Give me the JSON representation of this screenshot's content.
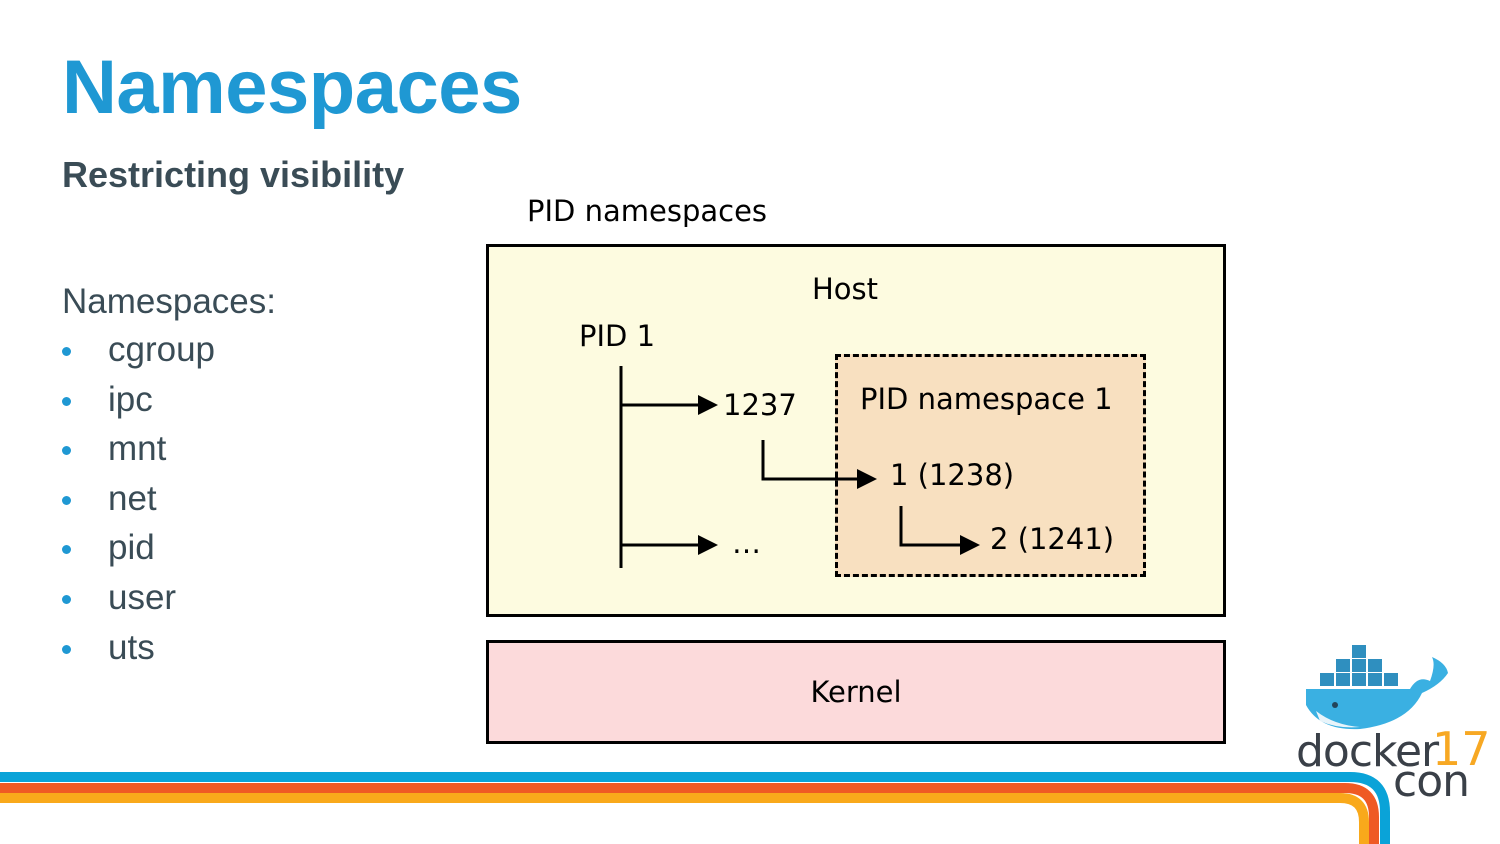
{
  "slide": {
    "title": "Namespaces",
    "subtitle": "Restricting visibility"
  },
  "namespaces_list": {
    "heading": "Namespaces:",
    "items": [
      "cgroup",
      "ipc",
      "mnt",
      "net",
      "pid",
      "user",
      "uts"
    ]
  },
  "diagram": {
    "label": "PID namespaces",
    "host": {
      "label": "Host",
      "root_process": "PID 1",
      "child_process": "1237",
      "ellipsis": "…"
    },
    "pid_namespace": {
      "label": "PID namespace 1",
      "process_1": "1 (1238)",
      "process_2": "2 (1241)"
    },
    "kernel": {
      "label": "Kernel"
    }
  },
  "branding": {
    "logo_word": "docker",
    "logo_number": "17",
    "logo_suffix": "con",
    "colors": {
      "title_blue": "#1f98d3",
      "text_slate": "#3a4c56",
      "stripe_blue": "#0aa3d8",
      "stripe_orange": "#ef5a24",
      "stripe_yellow": "#f9a91b",
      "host_fill": "#fdfbe0",
      "namespace_fill": "#f8e0c0",
      "kernel_fill": "#fcdadb"
    }
  }
}
